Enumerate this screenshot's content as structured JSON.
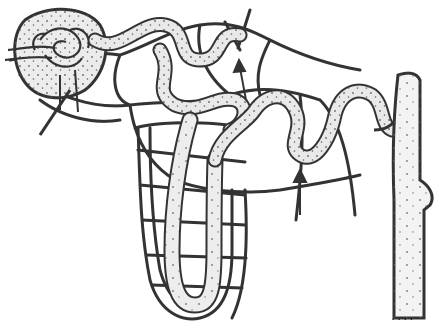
{
  "figure": {
    "trailing_mark": "....",
    "colors": {
      "line": "#333333",
      "tubule_fill": "#e9e9e9",
      "vessel_fill": "#f3f3f3",
      "dot": "#555555",
      "background": "#ffffff"
    },
    "structures": [
      "glomerulus",
      "bowmans-capsule",
      "proximal-convoluted-tubule",
      "loop-of-henle",
      "distal-convoluted-tubule",
      "collecting-duct",
      "peritubular-capillaries",
      "vasa-recta"
    ]
  }
}
